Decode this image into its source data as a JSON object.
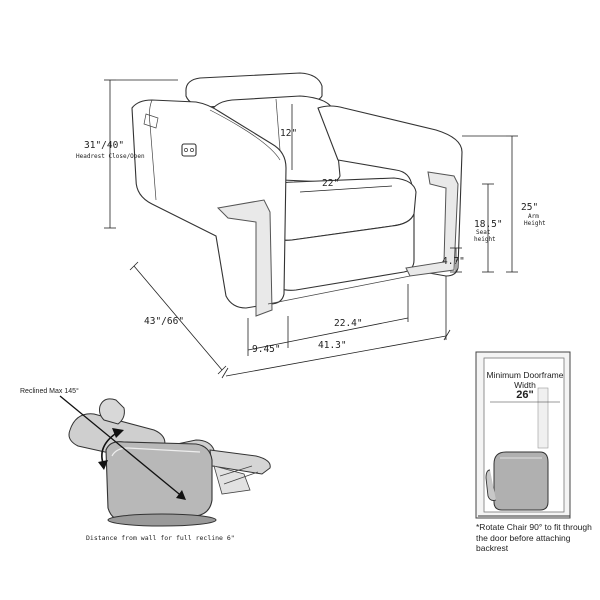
{
  "dimensions": {
    "headrest_height": "31\"/40\"",
    "headrest_caption": "Headrest Close/Open",
    "back_height": "12\"",
    "seat_depth": "22\"",
    "arm_height": "25\"",
    "arm_caption_1": "Arm",
    "arm_caption_2": "Height",
    "seat_height": "18.5\"",
    "seat_caption_1": "Seat",
    "seat_caption_2": "height",
    "leg_height": "4.7\"",
    "total_depth": "43\"/66\"",
    "seat_width": "22.4\"",
    "arm_width": "9.45\"",
    "total_width": "41.3\""
  },
  "recline": {
    "max_label": "Reclined Max 145°",
    "wall_distance": "Distance from wall for full recline 6\""
  },
  "doorframe": {
    "title": "Minimum Doorframe Width",
    "width": "26\"",
    "note": "*Rotate Chair 90° to fit through the door before attaching backrest"
  },
  "colors": {
    "line": "#222222",
    "chair_fill": "#b8b8b8",
    "frame_fill": "#cfcfcf"
  },
  "icons": [
    "recline-arrow-icon",
    "rotation-arrow-icon",
    "power-button-icon"
  ]
}
